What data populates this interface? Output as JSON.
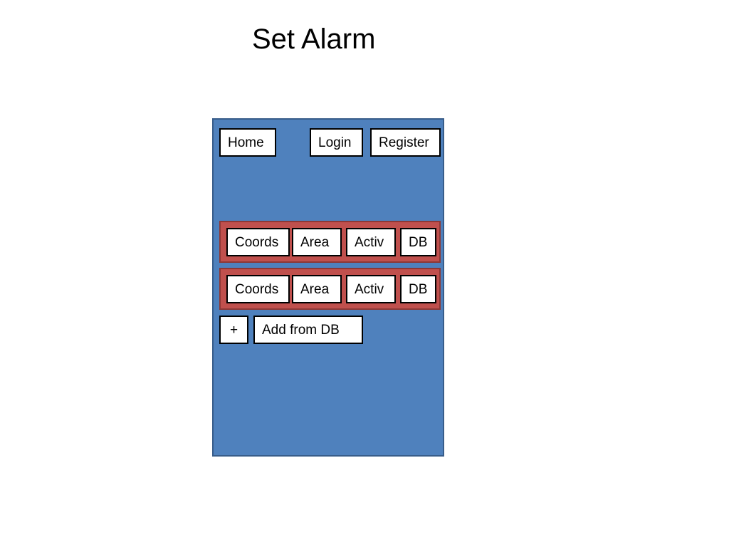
{
  "title": "Set Alarm",
  "nav": {
    "home_label": "Home",
    "login_label": "Login",
    "register_label": "Register"
  },
  "alarm_rows": [
    {
      "coords_label": "Coords",
      "area_label": "Area",
      "activ_label": "Activ",
      "db_label": "DB"
    },
    {
      "coords_label": "Coords",
      "area_label": "Area",
      "activ_label": "Activ",
      "db_label": "DB"
    }
  ],
  "actions": {
    "add_label": "+",
    "add_from_db_label": "Add from DB"
  },
  "colors": {
    "panel": "#4f81bd",
    "row": "#c0504d",
    "button": "#ffffff"
  }
}
